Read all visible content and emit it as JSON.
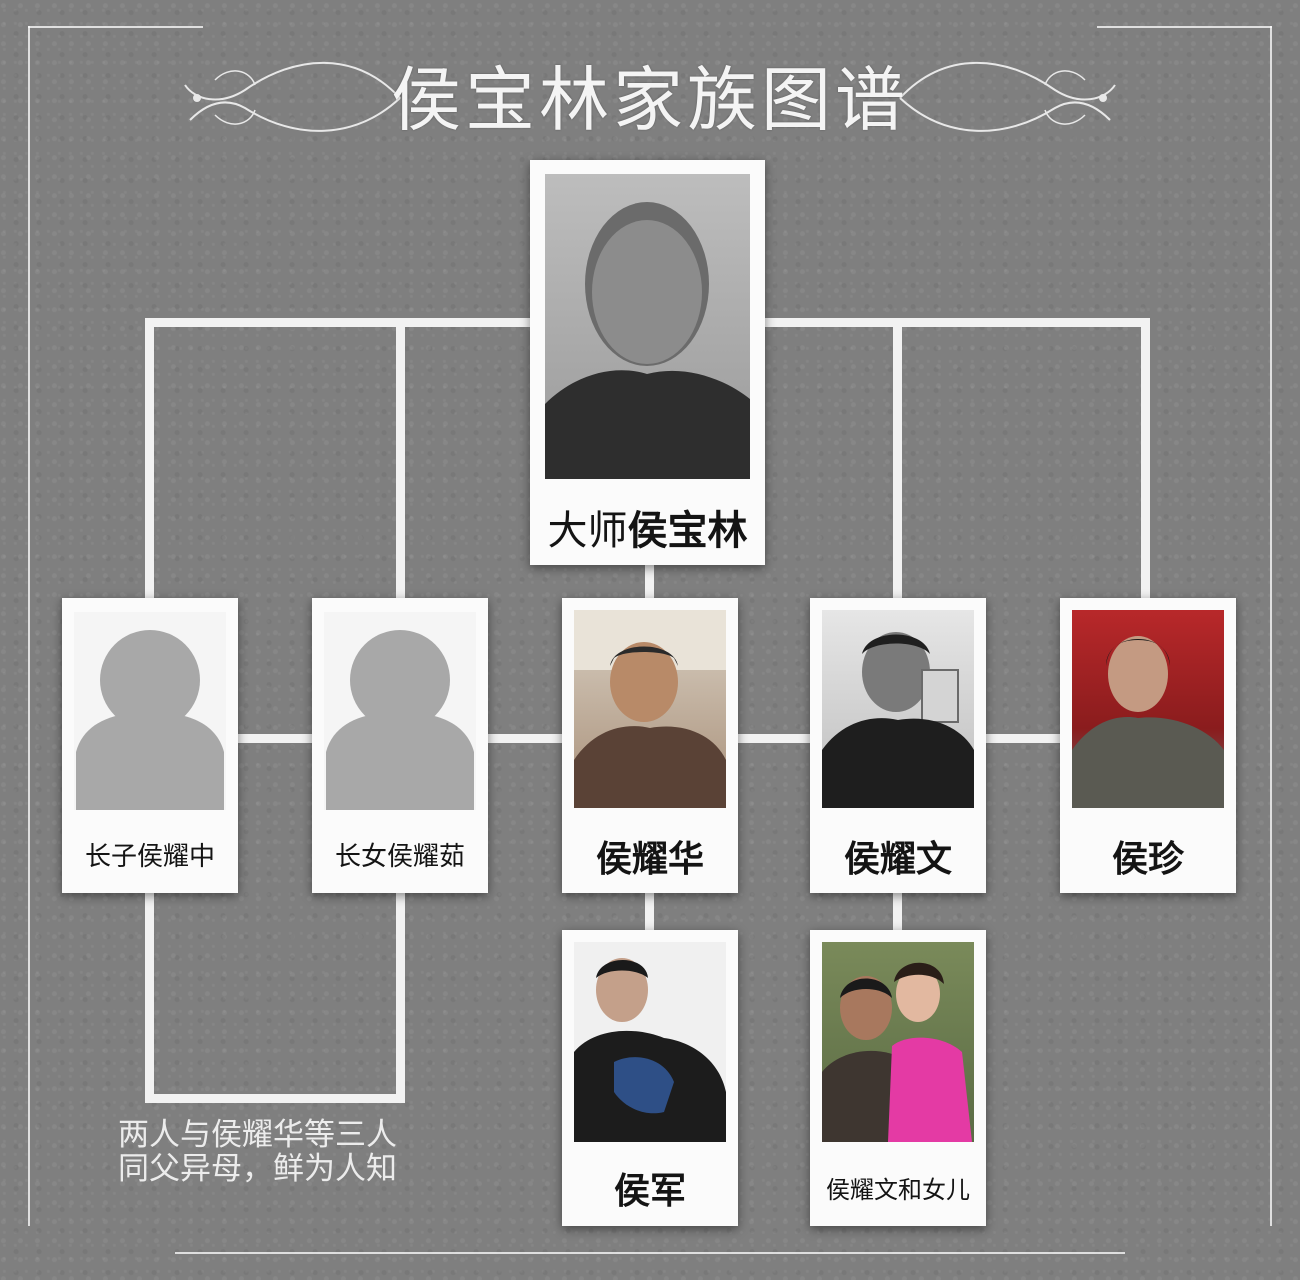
{
  "title": "侯宝林家族图谱",
  "root": {
    "prefix": "大师",
    "name": "侯宝林"
  },
  "children": [
    {
      "label": "长子侯耀中"
    },
    {
      "label": "长女侯耀茹"
    },
    {
      "label": "侯耀华"
    },
    {
      "label": "侯耀文"
    },
    {
      "label": "侯珍"
    }
  ],
  "grandchildren": [
    {
      "label": "侯军"
    },
    {
      "label": "侯耀文和女儿"
    }
  ],
  "note": {
    "line1": "两人与侯耀华等三人",
    "line2": "同父异母，鲜为人知"
  }
}
